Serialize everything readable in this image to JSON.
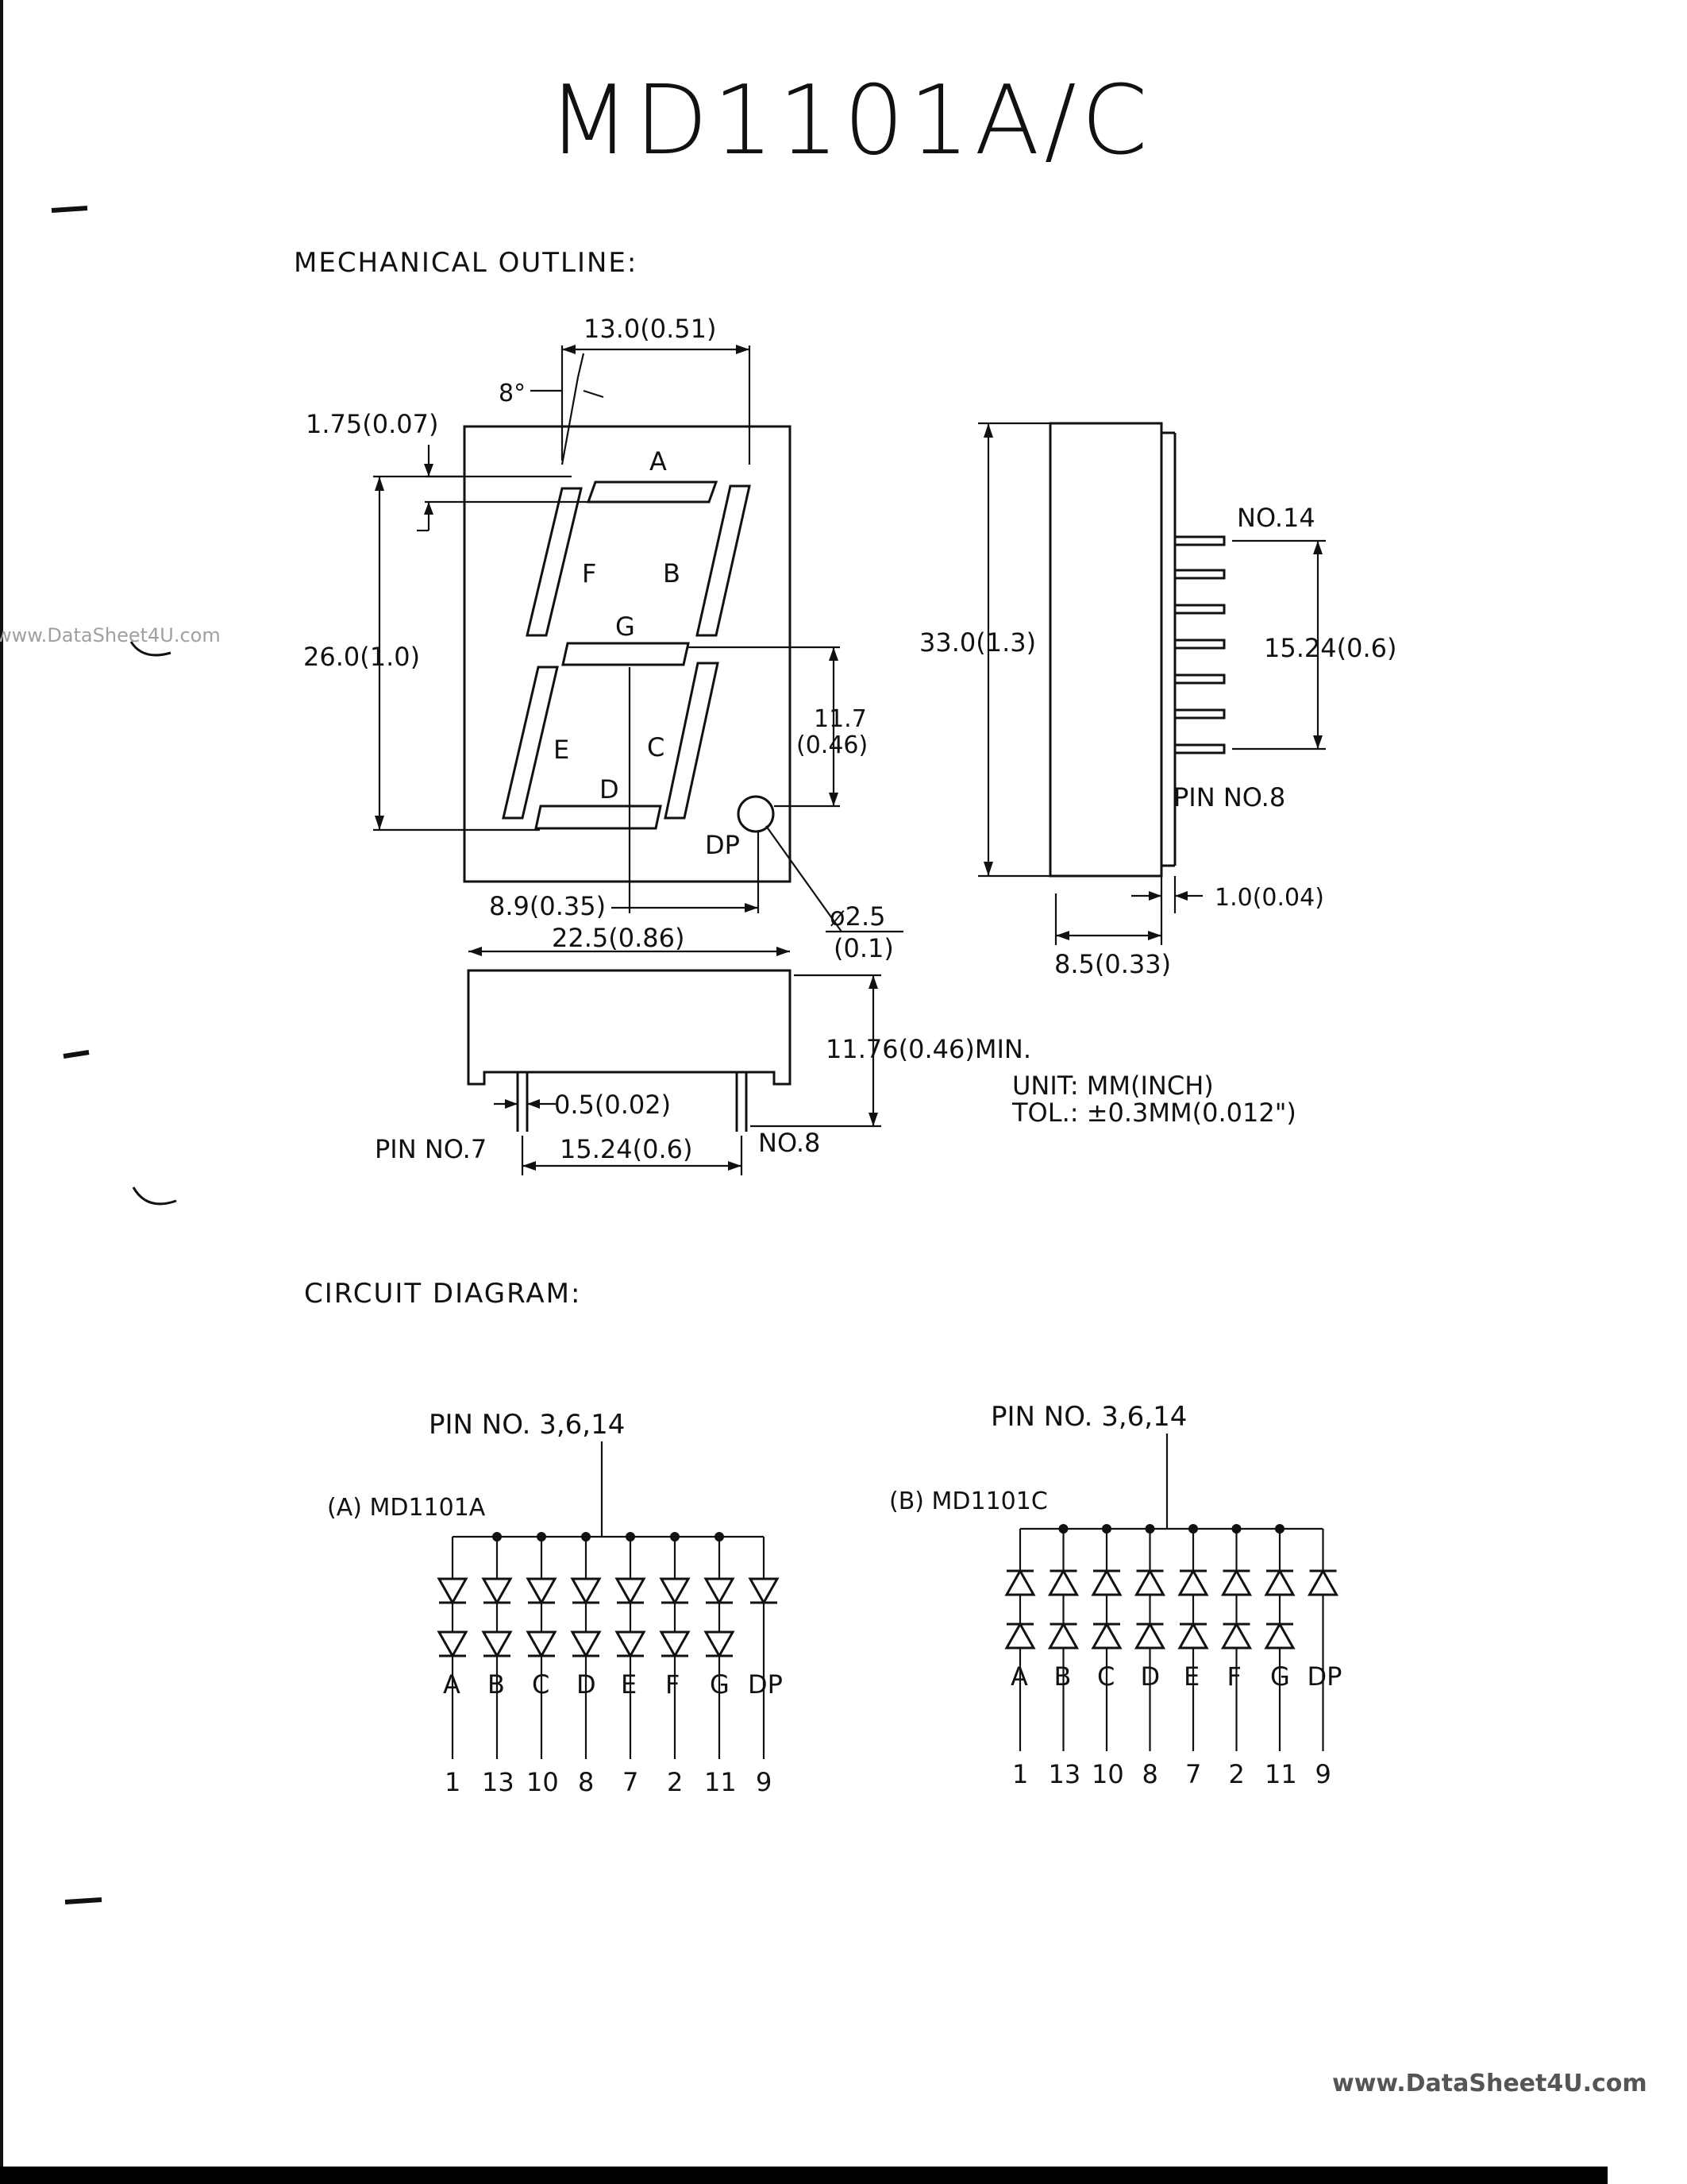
{
  "title": "MD1101A/C",
  "sections": {
    "mechanical": "MECHANICAL OUTLINE:",
    "circuit": "CIRCUIT DIAGRAM:"
  },
  "front_view": {
    "width_top": "13.0(0.51)",
    "angle": "8°",
    "top_margin": "1.75(0.07)",
    "height": "26.0(1.0)",
    "half_height": "11.7",
    "half_height_inch": "(0.46)",
    "dp_offset": "8.9(0.35)",
    "dp_dia": "ø2.5",
    "dp_dia_inch": "(0.1)",
    "segments": [
      "A",
      "B",
      "C",
      "D",
      "E",
      "F",
      "G"
    ],
    "dp_label": "DP"
  },
  "bottom_view": {
    "width": "22.5(0.86)",
    "pin_length": "11.76(0.46)MIN.",
    "pin_width": "0.5(0.02)",
    "pin_pitch": "15.24(0.6)",
    "pin_left": "PIN NO.7",
    "pin_right": "NO.8"
  },
  "side_view": {
    "height": "33.0(1.3)",
    "pin_span": "15.24(0.6)",
    "pin_top": "NO.14",
    "pin_bottom": "PIN NO.8",
    "pin_thick": "1.0(0.04)",
    "depth": "8.5(0.33)"
  },
  "units": {
    "unit": "UNIT: MM(INCH)",
    "tol": "TOL.: ±0.3MM(0.012\")"
  },
  "circuit_a": {
    "common": "PIN NO. 3,6,14",
    "label": "(A) MD1101A",
    "segments": [
      "A",
      "B",
      "C",
      "D",
      "E",
      "F",
      "G",
      "DP"
    ],
    "pins": [
      "1",
      "13",
      "10",
      "8",
      "7",
      "2",
      "11",
      "9"
    ]
  },
  "circuit_b": {
    "common": "PIN NO. 3,6,14",
    "label": "(B) MD1101C",
    "segments": [
      "A",
      "B",
      "C",
      "D",
      "E",
      "F",
      "G",
      "DP"
    ],
    "pins": [
      "1",
      "13",
      "10",
      "8",
      "7",
      "2",
      "11",
      "9"
    ]
  },
  "watermarks": {
    "left": "www.DataSheet4U.com",
    "bottom": "www.DataSheet4U.com"
  }
}
